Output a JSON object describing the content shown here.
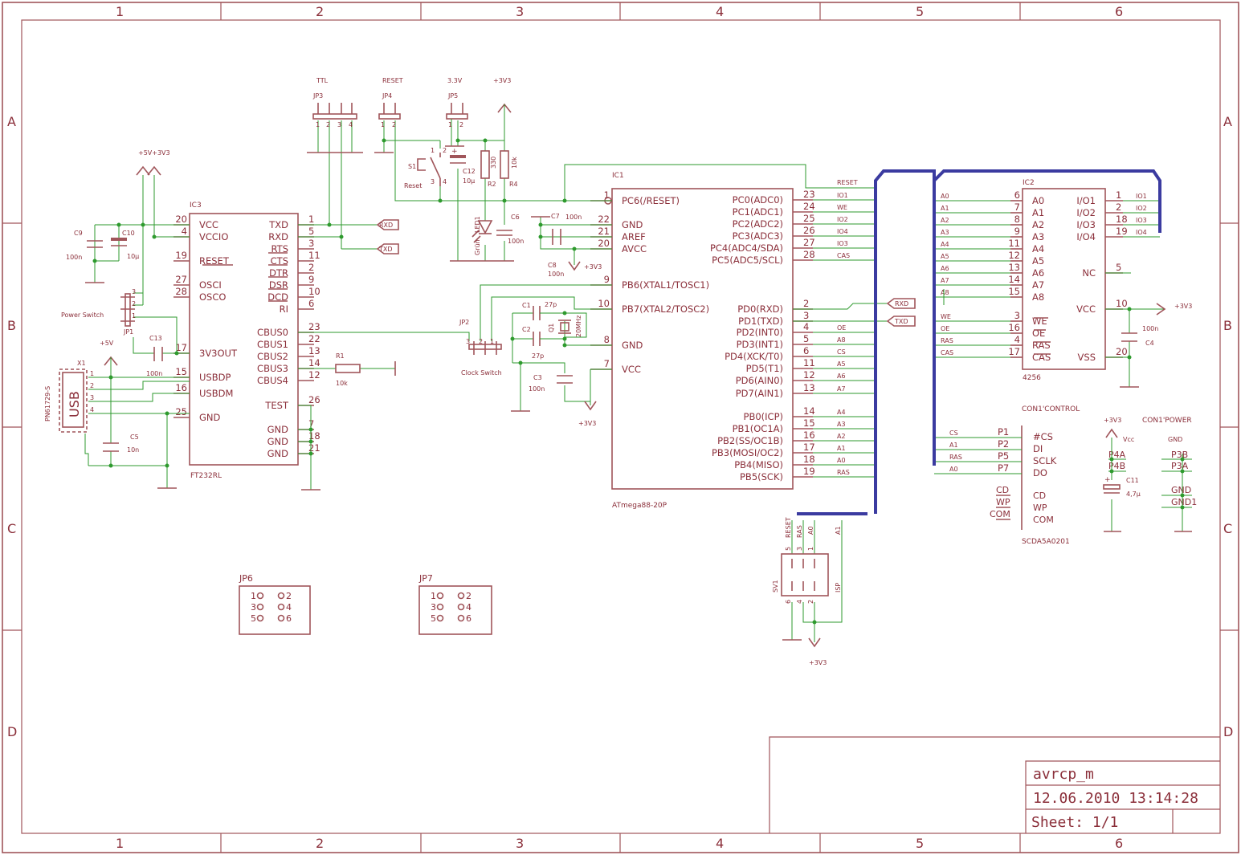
{
  "sheet": {
    "cols": [
      "1",
      "2",
      "3",
      "4",
      "5",
      "6"
    ],
    "rows": [
      "A",
      "B",
      "C",
      "D"
    ],
    "title": "avrcp_m",
    "date": "12.06.2010 13:14:28",
    "sheet": "Sheet: 1/1"
  },
  "ic3": {
    "name": "IC3",
    "part": "FT232RL",
    "left": [
      {
        "p": "20",
        "n": "VCC"
      },
      {
        "p": "4",
        "n": "VCCIO"
      },
      {
        "p": "19",
        "n": "RESET"
      },
      {
        "p": "27",
        "n": "OSCI"
      },
      {
        "p": "28",
        "n": "OSCO"
      },
      {
        "p": "17",
        "n": "3V3OUT"
      },
      {
        "p": "15",
        "n": "USBDP"
      },
      {
        "p": "16",
        "n": "USBDM"
      },
      {
        "p": "25",
        "n": "GND"
      }
    ],
    "right": [
      {
        "p": "1",
        "n": "TXD"
      },
      {
        "p": "5",
        "n": "RXD"
      },
      {
        "p": "3",
        "n": "RTS"
      },
      {
        "p": "11",
        "n": "CTS"
      },
      {
        "p": "2",
        "n": "DTR"
      },
      {
        "p": "9",
        "n": "DSR"
      },
      {
        "p": "10",
        "n": "DCD"
      },
      {
        "p": "6",
        "n": "RI"
      },
      {
        "p": "23",
        "n": "CBUS0"
      },
      {
        "p": "22",
        "n": "CBUS1"
      },
      {
        "p": "13",
        "n": "CBUS2"
      },
      {
        "p": "14",
        "n": "CBUS3"
      },
      {
        "p": "12",
        "n": "CBUS4"
      },
      {
        "p": "26",
        "n": "TEST"
      },
      {
        "p": "7",
        "n": "GND"
      },
      {
        "p": "18",
        "n": "GND"
      },
      {
        "p": "21",
        "n": "GND"
      }
    ]
  },
  "ic1": {
    "name": "IC1",
    "part": "ATmega88-20P",
    "left": [
      {
        "p": "1",
        "n": "PC6(/RESET)"
      },
      {
        "p": "22",
        "n": "GND"
      },
      {
        "p": "21",
        "n": "AREF"
      },
      {
        "p": "20",
        "n": "AVCC"
      },
      {
        "p": "9",
        "n": "PB6(XTAL1/TOSC1)"
      },
      {
        "p": "10",
        "n": "PB7(XTAL2/TOSC2)"
      },
      {
        "p": "8",
        "n": "GND"
      },
      {
        "p": "7",
        "n": "VCC"
      }
    ],
    "right": [
      {
        "p": "23",
        "n": "PC0(ADC0)",
        "s": "IO1"
      },
      {
        "p": "24",
        "n": "PC1(ADC1)",
        "s": "WE"
      },
      {
        "p": "25",
        "n": "PC2(ADC2)",
        "s": "IO2"
      },
      {
        "p": "26",
        "n": "PC3(ADC3)",
        "s": "IO4"
      },
      {
        "p": "27",
        "n": "PC4(ADC4/SDA)",
        "s": "IO3"
      },
      {
        "p": "28",
        "n": "PC5(ADC5/SCL)",
        "s": "CAS"
      },
      {
        "p": "2",
        "n": "PD0(RXD)",
        "s": ""
      },
      {
        "p": "3",
        "n": "PD1(TXD)",
        "s": ""
      },
      {
        "p": "4",
        "n": "PD2(INT0)",
        "s": "OE"
      },
      {
        "p": "5",
        "n": "PD3(INT1)",
        "s": "A8"
      },
      {
        "p": "6",
        "n": "PD4(XCK/T0)",
        "s": "CS"
      },
      {
        "p": "11",
        "n": "PD5(T1)",
        "s": "A5"
      },
      {
        "p": "12",
        "n": "PD6(AIN0)",
        "s": "A6"
      },
      {
        "p": "13",
        "n": "PD7(AIN1)",
        "s": "A7"
      },
      {
        "p": "14",
        "n": "PB0(ICP)",
        "s": "A4"
      },
      {
        "p": "15",
        "n": "PB1(OC1A)",
        "s": "A3"
      },
      {
        "p": "16",
        "n": "PB2(SS/OC1B)",
        "s": "A2"
      },
      {
        "p": "17",
        "n": "PB3(MOSI/OC2)",
        "s": "A1"
      },
      {
        "p": "18",
        "n": "PB4(MISO)",
        "s": "A0"
      },
      {
        "p": "19",
        "n": "PB5(SCK)",
        "s": "RAS"
      }
    ],
    "reset_net": "RESET"
  },
  "ic2": {
    "name": "IC2",
    "part": "4256",
    "left": [
      {
        "p": "6",
        "n": "A0",
        "s": "A0"
      },
      {
        "p": "7",
        "n": "A1",
        "s": "A1"
      },
      {
        "p": "8",
        "n": "A2",
        "s": "A2"
      },
      {
        "p": "9",
        "n": "A3",
        "s": "A3"
      },
      {
        "p": "11",
        "n": "A4",
        "s": "A4"
      },
      {
        "p": "12",
        "n": "A5",
        "s": "A5"
      },
      {
        "p": "13",
        "n": "A6",
        "s": "A6"
      },
      {
        "p": "14",
        "n": "A7",
        "s": "A7"
      },
      {
        "p": "15",
        "n": "A8",
        "s": "A8"
      },
      {
        "p": "3",
        "n": "WE",
        "s": "WE"
      },
      {
        "p": "16",
        "n": "OE",
        "s": "OE"
      },
      {
        "p": "4",
        "n": "RAS",
        "s": "RAS"
      },
      {
        "p": "17",
        "n": "CAS",
        "s": "CAS"
      }
    ],
    "right": [
      {
        "p": "1",
        "n": "I/O1",
        "s": "IO1"
      },
      {
        "p": "2",
        "n": "I/O2",
        "s": "IO2"
      },
      {
        "p": "18",
        "n": "I/O3",
        "s": "IO3"
      },
      {
        "p": "19",
        "n": "I/O4",
        "s": "IO4"
      },
      {
        "p": "5",
        "n": "NC"
      },
      {
        "p": "10",
        "n": "VCC"
      },
      {
        "p": "20",
        "n": "VSS"
      }
    ]
  },
  "con1": {
    "control_name": "CON1'CONTROL",
    "power_name": "CON1'POWER",
    "part": "SCDA5A0201",
    "pins": [
      {
        "p": "P1",
        "n": "#CS",
        "s": "CS"
      },
      {
        "p": "P2",
        "n": "DI",
        "s": "A1"
      },
      {
        "p": "P5",
        "n": "SCLK",
        "s": "RAS"
      },
      {
        "p": "P7",
        "n": "DO",
        "s": "A0"
      }
    ],
    "extra": [
      "CD",
      "WP",
      "COM",
      "CD",
      "WP",
      "COM"
    ],
    "power_pins": [
      "P4A",
      "P4B",
      "P3B",
      "P3A",
      "GND",
      "GND1"
    ],
    "vcc_label": "Vcc",
    "gnd_label": "GND"
  },
  "headers": {
    "jp3": {
      "name": "JP3",
      "label": "TTL",
      "pins": [
        "1",
        "2",
        "3",
        "4"
      ]
    },
    "jp4": {
      "name": "JP4",
      "label": "RESET",
      "pins": [
        "1",
        "2"
      ]
    },
    "jp5": {
      "name": "JP5",
      "label": "3.3V",
      "pins": [
        "1",
        "2"
      ]
    },
    "jp2": {
      "name": "JP2",
      "label": "Clock Switch",
      "pins": [
        "3",
        "2",
        "1"
      ]
    },
    "jp1": {
      "name": "JP1",
      "label": "Power Switch",
      "pins": [
        "3",
        "2",
        "1"
      ]
    },
    "jp6": {
      "name": "JP6",
      "pins": [
        "1",
        "2",
        "3",
        "4",
        "5",
        "6"
      ]
    },
    "jp7": {
      "name": "JP7",
      "pins": [
        "1",
        "2",
        "3",
        "4",
        "5",
        "6"
      ]
    },
    "sv1": {
      "name": "SV1",
      "label": "ISP",
      "top": [
        "5",
        "3",
        "1"
      ],
      "bottom": [
        "6",
        "4",
        "2"
      ],
      "nets": [
        "RESET",
        "RAS",
        "A0",
        "A1"
      ]
    }
  },
  "parts": {
    "c9": {
      "name": "C9",
      "value": "100n"
    },
    "c10": {
      "name": "C10",
      "value": "10µ"
    },
    "c13": {
      "name": "C13",
      "value": "100n"
    },
    "c5": {
      "name": "C5",
      "value": "10n"
    },
    "r1": {
      "name": "R1",
      "value": "10k"
    },
    "c12": {
      "name": "C12",
      "value": "10µ"
    },
    "r2": {
      "name": "R2",
      "value": "330"
    },
    "r4": {
      "name": "R4",
      "value": "10k"
    },
    "led": {
      "name": "LED1",
      "value": "Grün"
    },
    "c6": {
      "name": "C6",
      "value": "100n"
    },
    "s1": {
      "name": "S1",
      "value": "Reset",
      "pins": [
        "1",
        "2",
        "3",
        "4"
      ]
    },
    "c7": {
      "name": "C7",
      "value": "100n"
    },
    "c8": {
      "name": "C8",
      "value": "100n"
    },
    "c1": {
      "name": "C1",
      "value": "27p"
    },
    "c2": {
      "name": "C2",
      "value": "27p"
    },
    "q1": {
      "name": "Q1",
      "value": "20MHz"
    },
    "c3": {
      "name": "C3",
      "value": "100n"
    },
    "c4": {
      "name": "C4",
      "value": "100n"
    },
    "c11": {
      "name": "C11",
      "value": "4,7µ"
    },
    "x1": {
      "name": "X1",
      "value": "PN61729-S",
      "label": "USB",
      "pins": [
        "1",
        "2",
        "3",
        "4"
      ]
    }
  },
  "nets": {
    "p5v3v3": "+5V+3V3",
    "p3v3": "+3V3",
    "p5v": "+5V",
    "rxd": "RXD",
    "txd": "TXD"
  }
}
